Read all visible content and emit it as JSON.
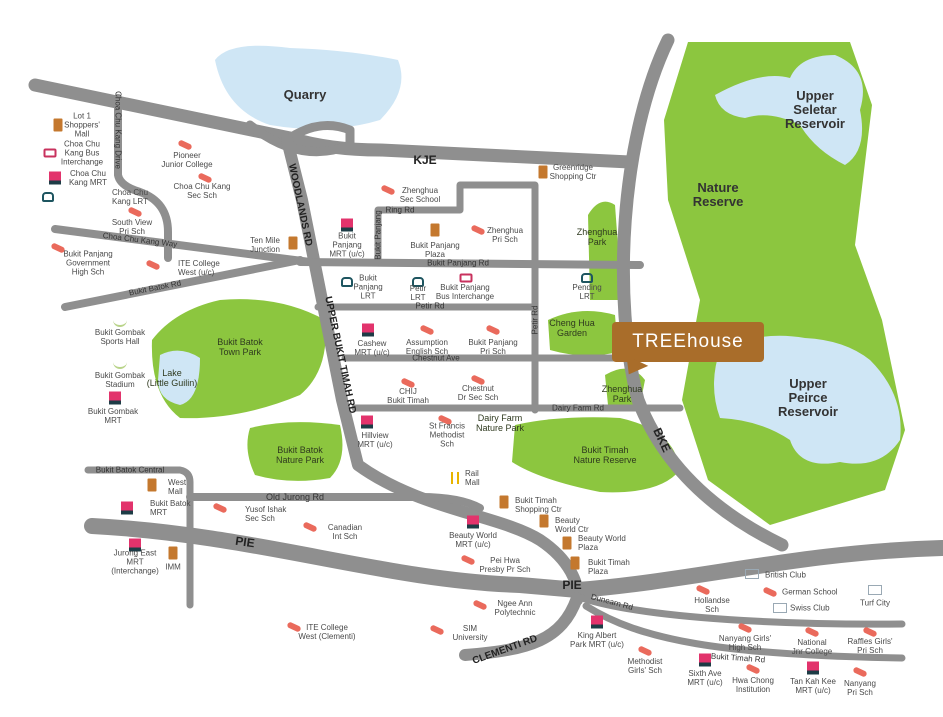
{
  "logo": {
    "text": "TREEhouse"
  },
  "water": [
    "Quarry",
    "Upper\nSeletar\nReservoir",
    "Upper\nPeirce\nReservoir"
  ],
  "green": [
    "Nature\nReserve"
  ],
  "highways": [
    "KJE",
    "BKE",
    "PIE",
    "PIE",
    "WOODLANDS RD",
    "UPPER BUKIT TIMAH RD",
    "CLEMENTI RD"
  ],
  "roads": [
    "Choa Chu Kang Drive",
    "Choa Chu Kang Way",
    "Bukit Batok Rd",
    "Ring Rd",
    "Bukit Panjang",
    "Bukit Panjang Rd",
    "Petir Rd",
    "Chestnut Ave",
    "Petir Rd",
    "Dairy Farm Rd",
    "Bukit Batok Central",
    "Old Jurong Rd",
    "Dunearn Rd",
    "Bukit Timah Rd"
  ],
  "places": [
    {
      "label": "Lot 1\nShoppers'\nMall",
      "icon": "mall"
    },
    {
      "label": "Choa Chu\nKang Bus\nInterchange",
      "icon": "bus"
    },
    {
      "label": "Choa Chu\nKang MRT",
      "icon": "mrt"
    },
    {
      "label": "Choa Chu\nKang LRT",
      "icon": "lrt"
    },
    {
      "label": "Pioneer\nJunior College",
      "icon": "school"
    },
    {
      "label": "Choa Chu Kang\nSec Sch",
      "icon": "school"
    },
    {
      "label": "South View\nPri Sch",
      "icon": "school"
    },
    {
      "label": "Bukit Panjang\nGovernment\nHigh Sch",
      "icon": "school"
    },
    {
      "label": "ITE College\nWest (u/c)",
      "icon": "school"
    },
    {
      "label": "Ten Mile\nJunction",
      "icon": "mall"
    },
    {
      "label": "Bukit\nPanjang\nMRT (u/c)",
      "icon": "mrt"
    },
    {
      "label": "Zhenghua\nSec School",
      "icon": "school"
    },
    {
      "label": "Greenridge\nShopping Ctr",
      "icon": "mall"
    },
    {
      "label": "Bukit Panjang\nPlaza",
      "icon": "mall"
    },
    {
      "label": "Zhenghua\nPri Sch",
      "icon": "school"
    },
    {
      "label": "Zhenghua\nPark",
      "icon": "park"
    },
    {
      "label": "Bukit\nPanjang\nLRT",
      "icon": "lrt"
    },
    {
      "label": "Petir\nLRT",
      "icon": "lrt"
    },
    {
      "label": "Bukit Panjang\nBus Interchange",
      "icon": "bus"
    },
    {
      "label": "Pending\nLRT",
      "icon": "lrt"
    },
    {
      "label": "Cashew\nMRT (u/c)",
      "icon": "mrt"
    },
    {
      "label": "Assumption\nEnglish Sch",
      "icon": "school"
    },
    {
      "label": "Bukit Panjang\nPri Sch",
      "icon": "school"
    },
    {
      "label": "Cheng Hua\nGarden",
      "icon": "park"
    },
    {
      "label": "CHIJ\nBukit Timah",
      "icon": "school"
    },
    {
      "label": "Chestnut\nDr Sec Sch",
      "icon": "school"
    },
    {
      "label": "Zhenghua\nPark",
      "icon": "park"
    },
    {
      "label": "Hillview\nMRT (u/c)",
      "icon": "mrt"
    },
    {
      "label": "St Francis\nMethodist\nSch",
      "icon": "school"
    },
    {
      "label": "Dairy Farm\nNature Park",
      "icon": "park"
    },
    {
      "label": "Bukit Timah\nNature Reserve",
      "icon": "park"
    },
    {
      "label": "Bukit Batok\nTown Park",
      "icon": "park"
    },
    {
      "label": "Lake\n(Little Guilin)",
      "icon": "park"
    },
    {
      "label": "Bukit Gombak\nSports Hall",
      "icon": "sport"
    },
    {
      "label": "Bukit Gombak\nStadium",
      "icon": "sport"
    },
    {
      "label": "Bukit Gombak\nMRT",
      "icon": "mrt"
    },
    {
      "label": "Bukit Batok\nNature Park",
      "icon": "park"
    },
    {
      "label": "West\nMall",
      "icon": "mall"
    },
    {
      "label": "Bukit Batok\nMRT",
      "icon": "mrt"
    },
    {
      "label": "Yusof Ishak\nSec Sch",
      "icon": "school"
    },
    {
      "label": "Canadian\nInt Sch",
      "icon": "school"
    },
    {
      "label": "Jurong East\nMRT\n(Interchange)",
      "icon": "mrt"
    },
    {
      "label": "IMM",
      "icon": "mall"
    },
    {
      "label": "Rail\nMall",
      "icon": "food"
    },
    {
      "label": "Bukit Timah\nShopping Ctr",
      "icon": "mall"
    },
    {
      "label": "Beauty\nWorld Ctr",
      "icon": "mall"
    },
    {
      "label": "Beauty World\nMRT (u/c)",
      "icon": "mrt"
    },
    {
      "label": "Beauty World\nPlaza",
      "icon": "mall"
    },
    {
      "label": "Pei Hwa\nPresby Pr Sch",
      "icon": "school"
    },
    {
      "label": "Bukit Timah\nPlaza",
      "icon": "mall"
    },
    {
      "label": "Ngee Ann\nPolytechnic",
      "icon": "school"
    },
    {
      "label": "SIM\nUniversity",
      "icon": "school"
    },
    {
      "label": "ITE College\nWest (Clementi)",
      "icon": "school"
    },
    {
      "label": "King Albert\nPark MRT (u/c)",
      "icon": "mrt"
    },
    {
      "label": "Methodist\nGirls' Sch",
      "icon": "school"
    },
    {
      "label": "Sixth Ave\nMRT (u/c)",
      "icon": "mrt"
    },
    {
      "label": "Hwa Chong\nInstitution",
      "icon": "school"
    },
    {
      "label": "Tan Kah Kee\nMRT (u/c)",
      "icon": "mrt"
    },
    {
      "label": "Nanyang\nPri Sch",
      "icon": "school"
    },
    {
      "label": "Hollandse\nSch",
      "icon": "school"
    },
    {
      "label": "British Club",
      "icon": "club"
    },
    {
      "label": "German School",
      "icon": "school"
    },
    {
      "label": "Swiss Club",
      "icon": "club"
    },
    {
      "label": "Turf City",
      "icon": "club"
    },
    {
      "label": "Nanyang Girls'\nHigh Sch",
      "icon": "school"
    },
    {
      "label": "National\nJnr College",
      "icon": "school"
    },
    {
      "label": "Raffles Girls'\nPri Sch",
      "icon": "school"
    }
  ],
  "colors": {
    "road": "#8f8f8f",
    "green": "#8cc63f",
    "water": "#cfe6f5",
    "logo": "#a96d2a"
  }
}
